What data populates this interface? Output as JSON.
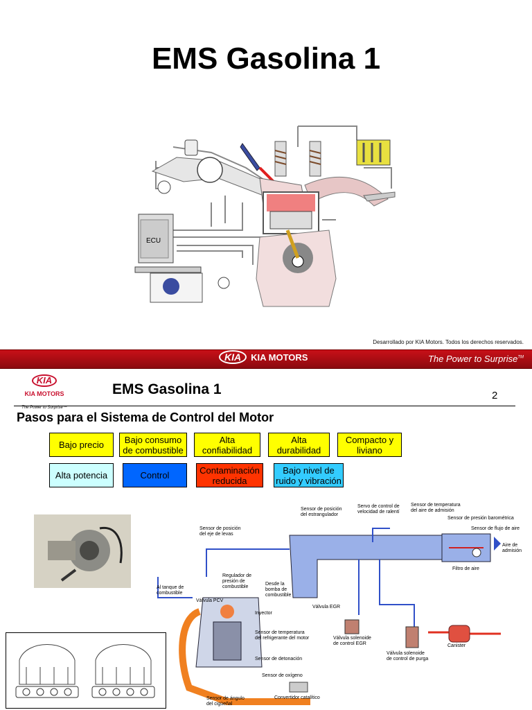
{
  "slide1": {
    "title": "EMS Gasolina 1",
    "diagram_labels": {
      "ecu": "ECU"
    },
    "copyright": "Desarrollado por KIA Motors.  Todos los derechos reservados."
  },
  "banner": {
    "logo_emblem": "KIA",
    "brand": "KIA MOTORS",
    "slogan": "The Power to Surprise",
    "slogan_tm": "TM"
  },
  "slide2": {
    "logo": {
      "emblem": "KIA",
      "name": "KIA MOTORS",
      "slogan": "The Power to Surprise™"
    },
    "title": "EMS Gasolina 1",
    "page_number": "2",
    "subtitle": "Pasos para el Sistema de Control del Motor",
    "boxes_row1": [
      {
        "text": "Bajo precio",
        "color": "#ffff00"
      },
      {
        "text": "Bajo consumo de combustible",
        "color": "#ffff00"
      },
      {
        "text": "Alta confiabilidad",
        "color": "#ffff00"
      },
      {
        "text": "Alta durabilidad",
        "color": "#ffff00"
      },
      {
        "text": "Compacto y liviano",
        "color": "#ffff00"
      }
    ],
    "boxes_row2": [
      {
        "text": "Alta potencia",
        "color": "#ccffff"
      },
      {
        "text": "Control",
        "color": "#0066ff"
      },
      {
        "text": "Contaminación reducida",
        "color": "#ff3300"
      },
      {
        "text": "Bajo nivel de ruido y vibración",
        "color": "#33ccff"
      }
    ],
    "diagram_labels": {
      "tps": "Sensor de posición",
      "tps2": "del estrangulador",
      "isc": "Servo de control de",
      "isc2": "velocidad de ralentí",
      "iat": "Sensor de temperatura",
      "iat2": "del aire de admisión",
      "baro": "Sensor de presión barométrica",
      "maf": "Sensor de flujo de aire",
      "air_in": "Aire de",
      "air_in2": "admisión",
      "filter": "Filtro de aire",
      "cmp": "Sensor de posición",
      "cmp2": "del eje de levas",
      "tank": "Al tanque de",
      "tank2": "combustible",
      "regulator": "Regulador de",
      "regulator2": "presión de",
      "regulator3": "combustible",
      "pump": "Desde la",
      "pump2": "bomba de",
      "pump3": "combustible",
      "pcv": "Válvula PCV",
      "injector": "Inyector",
      "egr": "Válvula EGR",
      "ect": "Sensor de temperatura",
      "ect2": "del refrigerante del motor",
      "egr_sol": "Válvula solenoide",
      "egr_sol2": "de control EGR",
      "knock": "Sensor de detonación",
      "canister": "Canister",
      "purge": "Válvula solenoide",
      "purge2": "de control de purga",
      "o2": "Sensor de oxígeno",
      "cat": "Convertidor catalítico",
      "ckp": "Sensor de ángulo",
      "ckp2": "del cigüeñal"
    }
  }
}
